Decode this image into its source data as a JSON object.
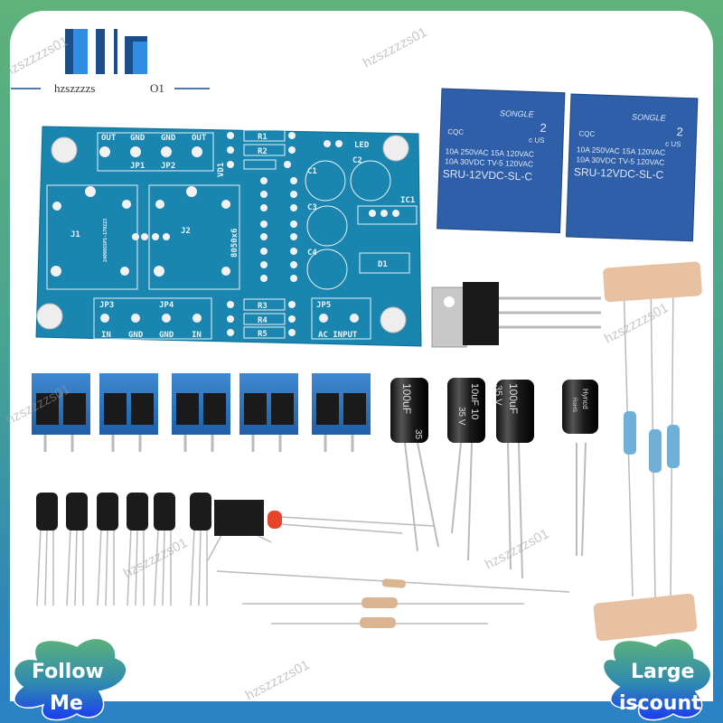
{
  "logo": {
    "text": "hzszzzzs",
    "suffix": "O1",
    "bar_colors": [
      "#1d4e8c",
      "#2f8de4"
    ]
  },
  "watermark": "hzszzzzs01",
  "frame_colors": {
    "top": "#5fb27a",
    "bottom": "#2b82c4",
    "inner": "#ffffff"
  },
  "pcb": {
    "color": "#1a86b0",
    "labels": {
      "out1": "OUT",
      "gnd1": "GND",
      "gnd2": "GND",
      "out2": "OUT",
      "jp1": "JP1",
      "jp2": "JP2",
      "r1": "R1",
      "r2": "R2",
      "vd1": "VD1",
      "led": "LED",
      "c1": "C1",
      "c2": "C2",
      "c3": "C3",
      "c4": "C4",
      "ic1": "IC1",
      "d1": "D1",
      "j1": "J1",
      "j2": "J2",
      "part_no": "8050x6",
      "serial": "240985SP1-170223",
      "jp3": "JP3",
      "jp4": "JP4",
      "jp5": "JP5",
      "in1": "IN",
      "gnd3": "GND",
      "gnd4": "GND",
      "in2": "IN",
      "r3": "R3",
      "r4": "R4",
      "r5": "R5",
      "ac_input": "AC INPUT"
    }
  },
  "relays": [
    {
      "brand": "SONGLE",
      "line1": "10A 250VAC  15A 120VAC",
      "line2": "10A  30VDC  TV-5 120VAC",
      "model": "SRU-12VDC-SL-C",
      "cert": "c US",
      "cert_num": "2",
      "cqc": "CQC"
    },
    {
      "brand": "SONGLE",
      "line1": "10A 250VAC  15A 120VAC",
      "line2": "10A  30VDC  TV-5 120VAC",
      "model": "SRU-12VDC-SL-C",
      "cert": "c US",
      "cert_num": "2",
      "cqc": "CQC"
    }
  ],
  "capacitors": [
    {
      "label1": "100uF",
      "label2": "35"
    },
    {
      "label1": "10uF 10",
      "label2": "35 V"
    },
    {
      "label1": "100uF",
      "label2": "35 V"
    },
    {
      "label1": "Hyncd",
      "label2": "RoHS"
    }
  ],
  "badges": {
    "left": {
      "line1": "Follow",
      "line2": "Me"
    },
    "right": {
      "line1": "Large",
      "line2": "iscount"
    },
    "gradient": [
      "#5cb27a",
      "#1a3cf0"
    ]
  }
}
